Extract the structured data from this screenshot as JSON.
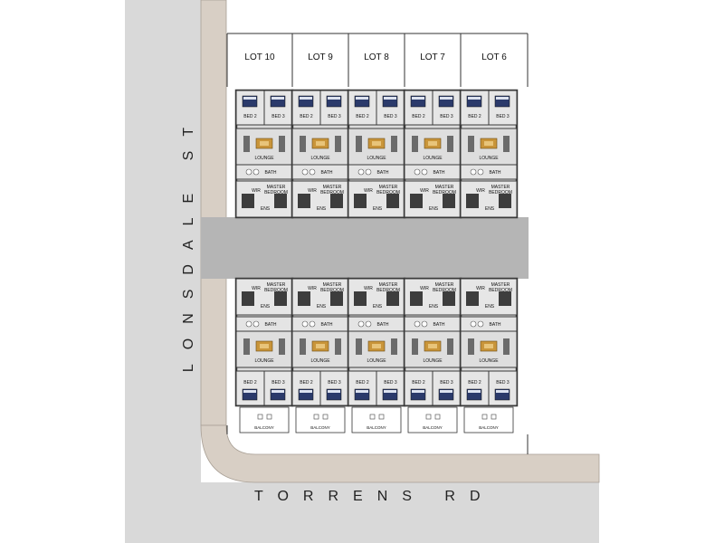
{
  "streets": {
    "lonsdale": "LONSDALE ST",
    "torrens": "TORRENS RD"
  },
  "lots": [
    "LOT 10",
    "LOT 9",
    "LOT 8",
    "LOT 7",
    "LOT 6"
  ],
  "room_labels": {
    "bed2": "BED 2",
    "bed3": "BED 3",
    "lounge": "LOUNGE",
    "bath": "BATH",
    "wir": "WIR",
    "master": "MASTER",
    "bedroom": "BEDROOM",
    "ens": "ENS",
    "balcony": "BALCONY"
  },
  "colors": {
    "road": "#d9d9d9",
    "footpath": "#d8cfc5",
    "driveway": "#b5b5b5",
    "wall": "#3a3a3a",
    "floor": "#dcdcdc",
    "bed": "#2b3a6b",
    "sofa": "#6b6b6b",
    "table": "#c9953a"
  }
}
